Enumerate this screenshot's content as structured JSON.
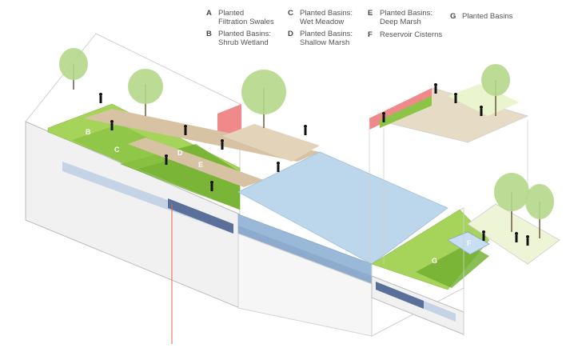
{
  "legend": [
    {
      "key": "A",
      "line1": "Planted",
      "line2": "Filtration Swales"
    },
    {
      "key": "B",
      "line1": "Planted Basins:",
      "line2": "Shrub Wetland"
    },
    {
      "key": "C",
      "line1": "Planted Basins:",
      "line2": "Wet Meadow"
    },
    {
      "key": "D",
      "line1": "Planted Basins:",
      "line2": "Shallow Marsh"
    },
    {
      "key": "E",
      "line1": "Planted Basins:",
      "line2": "Deep Marsh"
    },
    {
      "key": "F",
      "line1": "Reservoir Cisterns",
      "line2": ""
    },
    {
      "key": "G",
      "line1": "Planted Basins",
      "line2": ""
    }
  ],
  "zone_labels": {
    "b": "B",
    "c": "C",
    "d": "D",
    "e": "E",
    "f": "F",
    "g": "G"
  },
  "colors": {
    "planting_light": "#a6d35a",
    "planting_dark": "#6fae2e",
    "boardwalk": "#d7c3a3",
    "water": "#bcd6ec",
    "structure": "#f2f2f2",
    "accent_wall": "#f08a8a",
    "section_line": "#e0694a"
  }
}
